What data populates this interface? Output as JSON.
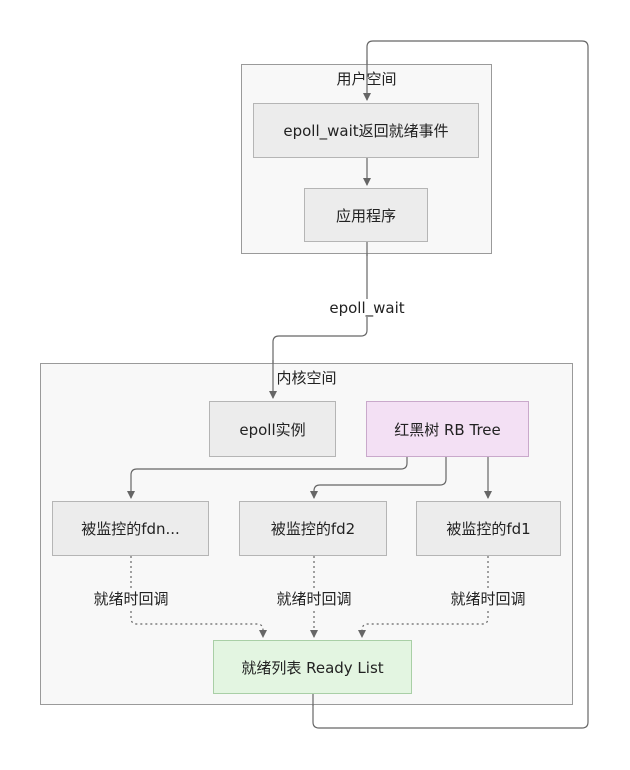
{
  "clusters": {
    "user_space": "用户空间",
    "kernel_space": "内核空间"
  },
  "nodes": {
    "epoll_wait_return": "epoll_wait返回就绪事件",
    "application": "应用程序",
    "epoll_instance": "epoll实例",
    "rb_tree": "红黑树 RB Tree",
    "fdn": "被监控的fdn...",
    "fd2": "被监控的fd2",
    "fd1": "被监控的fd1",
    "ready_list": "就绪列表 Ready List"
  },
  "edges": {
    "epoll_wait": "epoll_wait",
    "callback_fdn": "就绪时回调",
    "callback_fd2": "就绪时回调",
    "callback_fd1": "就绪时回调"
  },
  "colors": {
    "node_fill": "#ececec",
    "rb_tree_fill": "#f3e0f4",
    "ready_list_fill": "#e3f5e1",
    "cluster_fill": "#f8f8f8",
    "edge": "#666666"
  }
}
